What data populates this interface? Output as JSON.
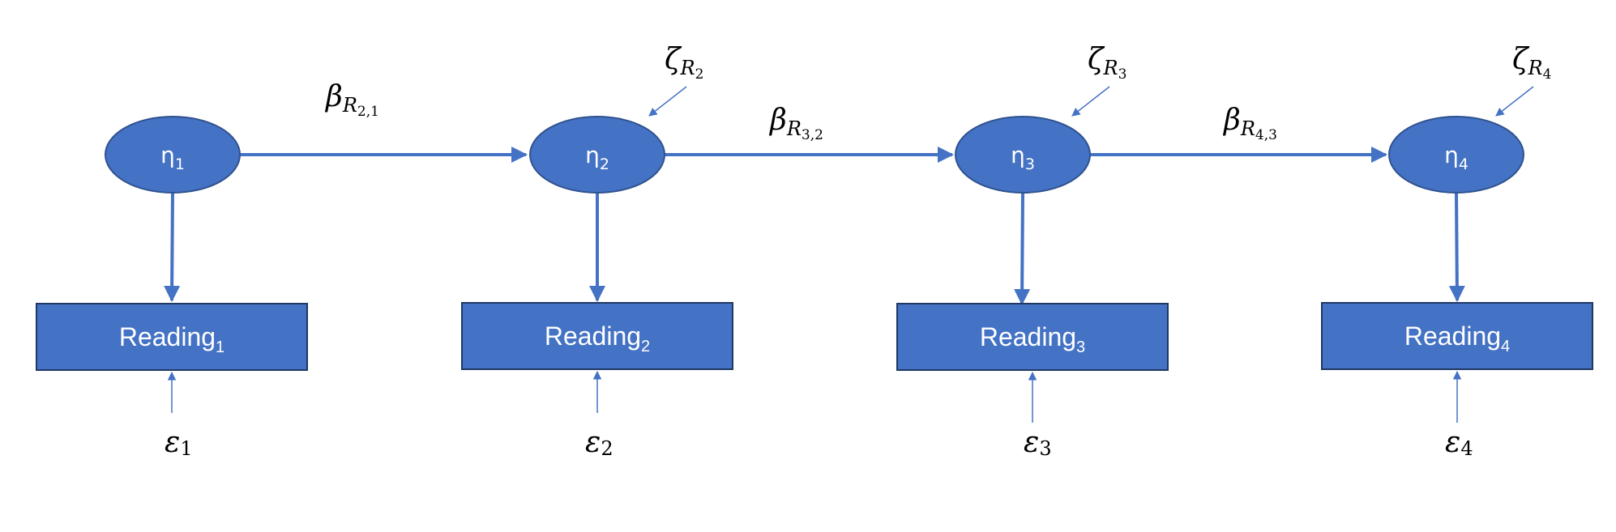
{
  "colors": {
    "fill": "#4472c4",
    "stroke": "#2f528f",
    "arrow": "#4472c4",
    "text_light": "#ffffff",
    "text_dark": "#000000"
  },
  "latent": [
    {
      "symbol": "η",
      "sub": "1"
    },
    {
      "symbol": "η",
      "sub": "2"
    },
    {
      "symbol": "η",
      "sub": "3"
    },
    {
      "symbol": "η",
      "sub": "4"
    }
  ],
  "observed": [
    {
      "label": "Reading",
      "sub": "1"
    },
    {
      "label": "Reading",
      "sub": "2"
    },
    {
      "label": "Reading",
      "sub": "3"
    },
    {
      "label": "Reading",
      "sub": "4"
    }
  ],
  "errors": [
    {
      "symbol": "ε",
      "sub": "1"
    },
    {
      "symbol": "ε",
      "sub": "2"
    },
    {
      "symbol": "ε",
      "sub": "3"
    },
    {
      "symbol": "ε",
      "sub": "4"
    }
  ],
  "disturbances": [
    {
      "symbol": "ζ",
      "sub": "R",
      "subsub": "2"
    },
    {
      "symbol": "ζ",
      "sub": "R",
      "subsub": "3"
    },
    {
      "symbol": "ζ",
      "sub": "R",
      "subsub": "4"
    }
  ],
  "paths": [
    {
      "symbol": "β",
      "sub": "R",
      "subsub": "2,1"
    },
    {
      "symbol": "β",
      "sub": "R",
      "subsub": "3,2"
    },
    {
      "symbol": "β",
      "sub": "R",
      "subsub": "4,3"
    }
  ]
}
